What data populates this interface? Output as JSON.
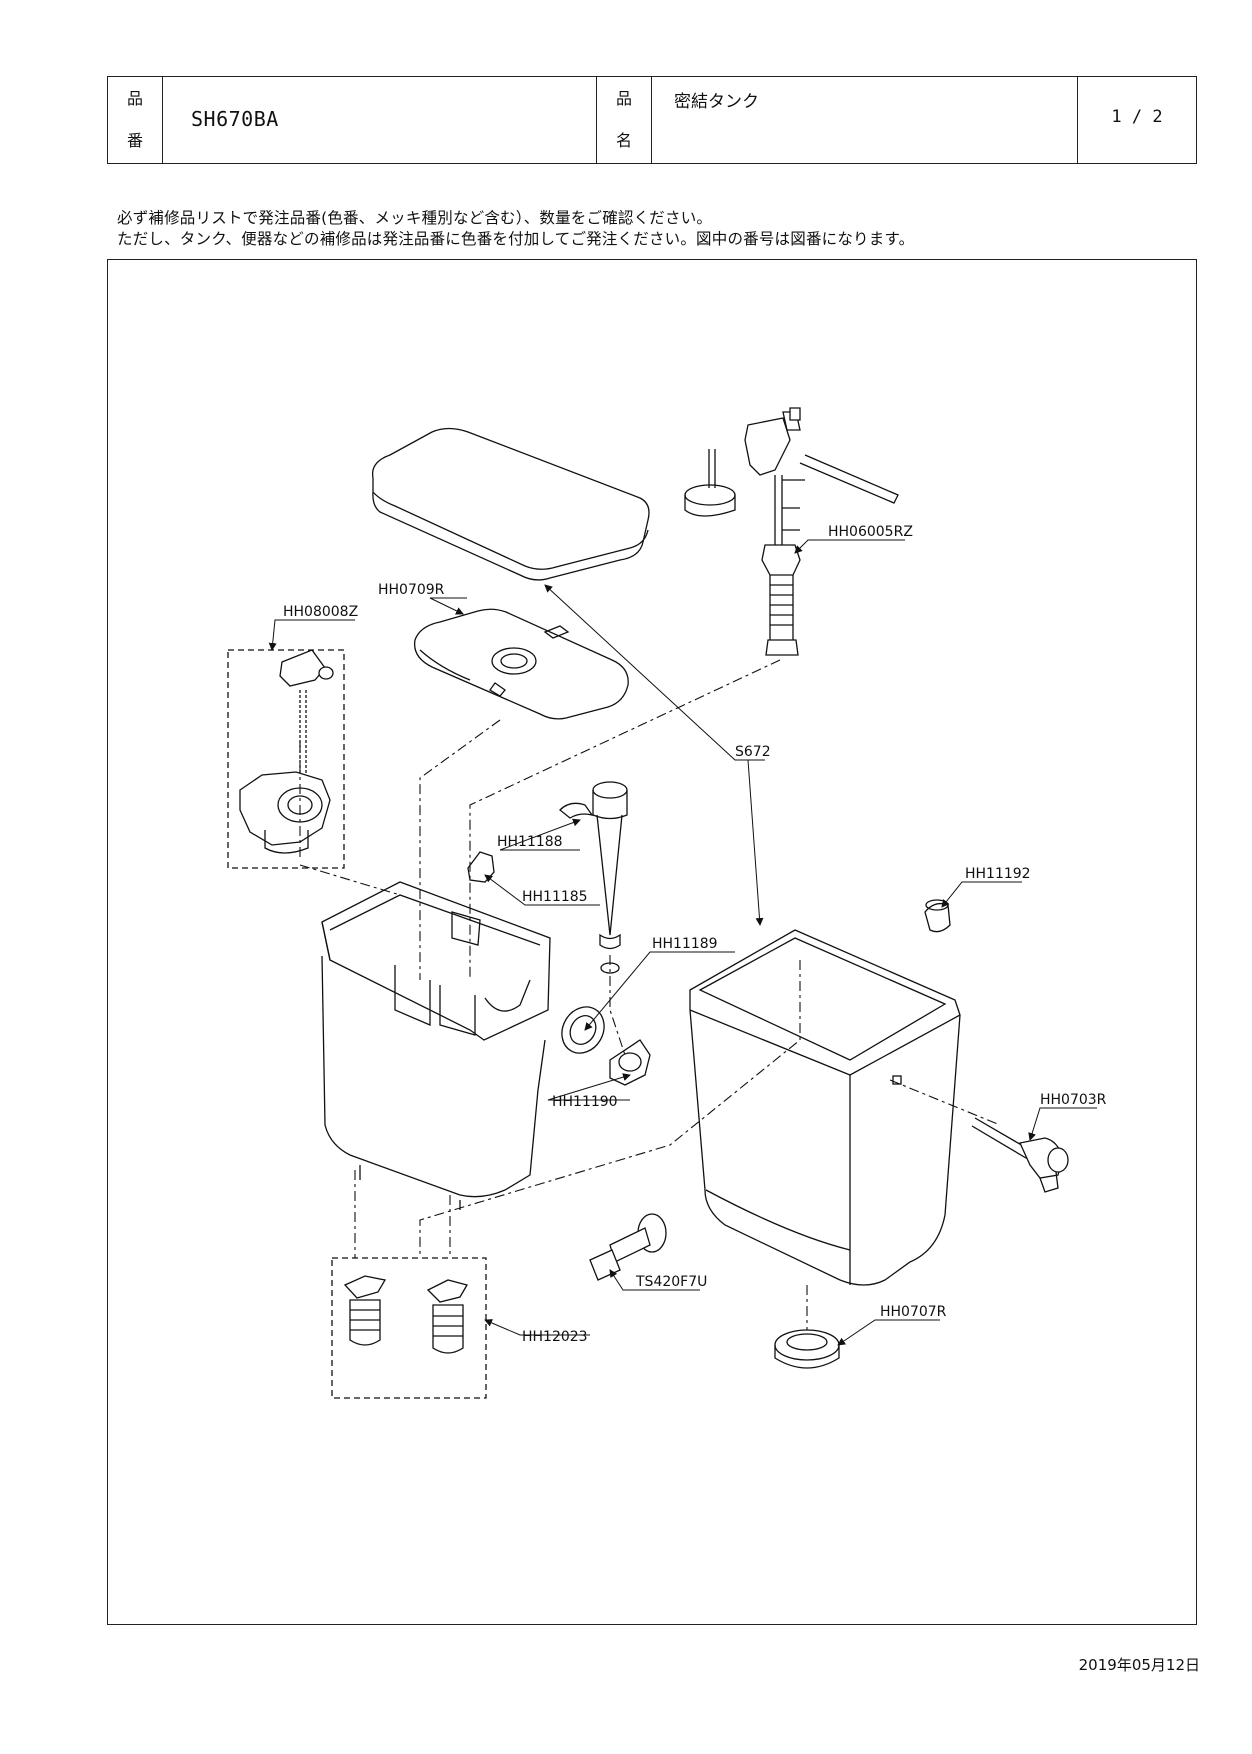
{
  "header": {
    "label_hinban_1": "品",
    "label_hinban_2": "番",
    "part_number": "SH670BA",
    "label_hinmei_1": "品",
    "label_hinmei_2": "名",
    "part_name": "密結タンク",
    "page": "1 / 2"
  },
  "notes": [
    "必ず補修品リストで発注品番(色番、メッキ種別など含む）、数量をご確認ください。",
    "ただし、タンク、便器などの補修品は発注品番に色番を付加してご発注ください。図中の番号は図番になります。"
  ],
  "parts": {
    "hh06005rz": "HH06005RZ",
    "hh0709r": "HH0709R",
    "hh08008z": "HH08008Z",
    "s672": "S672",
    "hh11188": "HH11188",
    "hh11185": "HH11185",
    "hh11189": "HH11189",
    "hh11192": "HH11192",
    "hh11190": "HH11190",
    "hh0703r": "HH0703R",
    "ts420f7u": "TS420F7U",
    "hh0707r": "HH0707R",
    "hh12023": "HH12023"
  },
  "date": "2019年05月12日"
}
